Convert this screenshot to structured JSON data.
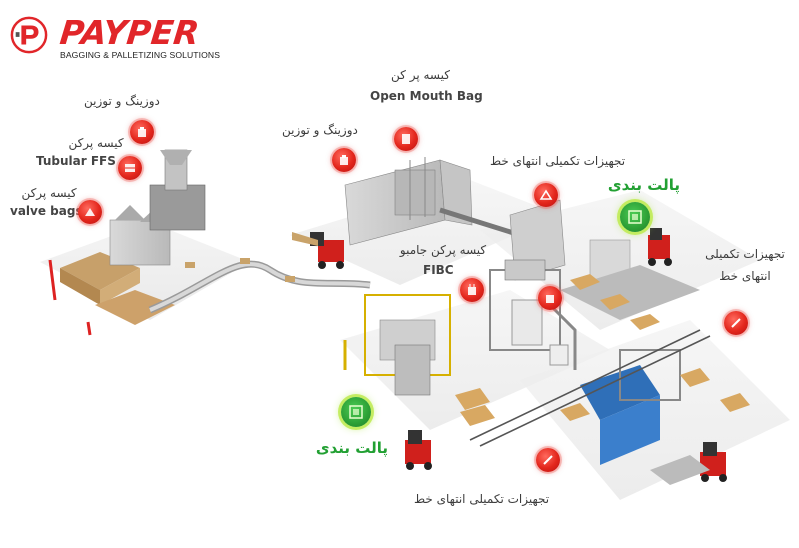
{
  "brand": {
    "name": "PAYPER",
    "tagline": "BAGGING & PALLETIZING SOLUTIONS",
    "color": "#e1262a"
  },
  "labels": {
    "dosing_weighing_left": "دوزینگ و توزین",
    "tubular_ffs_fa": "کیسه پرکن",
    "tubular_ffs_en": "Tubular FFS",
    "valve_bags_fa": "کیسه پرکن",
    "valve_bags_en": "valve bags",
    "open_mouth_fa": "کیسه پر کن",
    "open_mouth_en": "Open Mouth Bag",
    "dosing_weighing_center": "دوزینگ و توزین",
    "end_of_line_top": "تجهیزات تکمیلی انتهای خط",
    "palletizing_top": "پالت بندی",
    "end_of_line_right_1": "تجهیزات تکمیلی",
    "end_of_line_right_2": "انتهای خط",
    "fibc_fa": "کیسه پرکن جامبو",
    "fibc_en": "FIBC",
    "palletizing_bottom": "پالت بندی",
    "end_of_line_bottom": "تجهیزات تکمیلی انتهای خط"
  },
  "colors": {
    "marker_red": "#e3261c",
    "marker_green": "#2c9f35",
    "highlight_green": "#22a033"
  }
}
